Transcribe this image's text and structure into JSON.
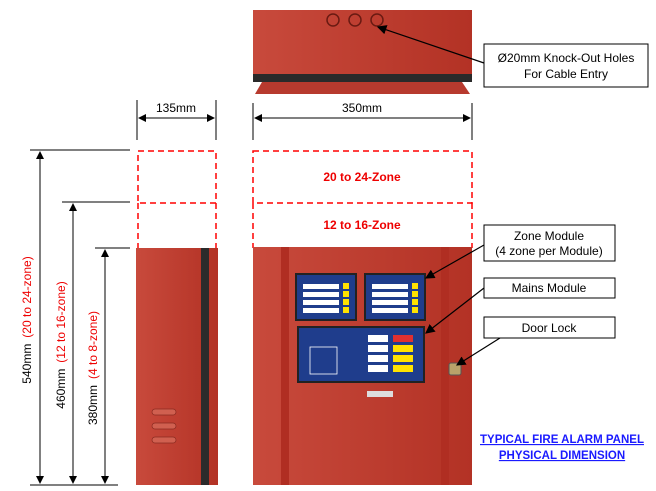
{
  "dimensions": {
    "depth": "135mm",
    "width": "350mm",
    "h540": "540mm",
    "h540_note": "(20 to 24-zone)",
    "h460": "460mm",
    "h460_note": "(12 to 16-zone)",
    "h380": "380mm",
    "h380_note": "(4 to 8-zone)"
  },
  "zones": {
    "top": "20 to 24-Zone",
    "middle": "12 to 16-Zone"
  },
  "callouts": {
    "knockout_line1": "Ø20mm Knock-Out Holes",
    "knockout_line2": "For Cable Entry",
    "zone_module_line1": "Zone Module",
    "zone_module_line2": "(4 zone per Module)",
    "mains_module": "Mains Module",
    "door_lock": "Door Lock"
  },
  "title": {
    "line1": "TYPICAL FIRE ALARM PANEL",
    "line2": "PHYSICAL DIMENSION"
  },
  "colors": {
    "panel": "#c0392b",
    "dash": "#ff0000",
    "title": "#1a1aff"
  }
}
